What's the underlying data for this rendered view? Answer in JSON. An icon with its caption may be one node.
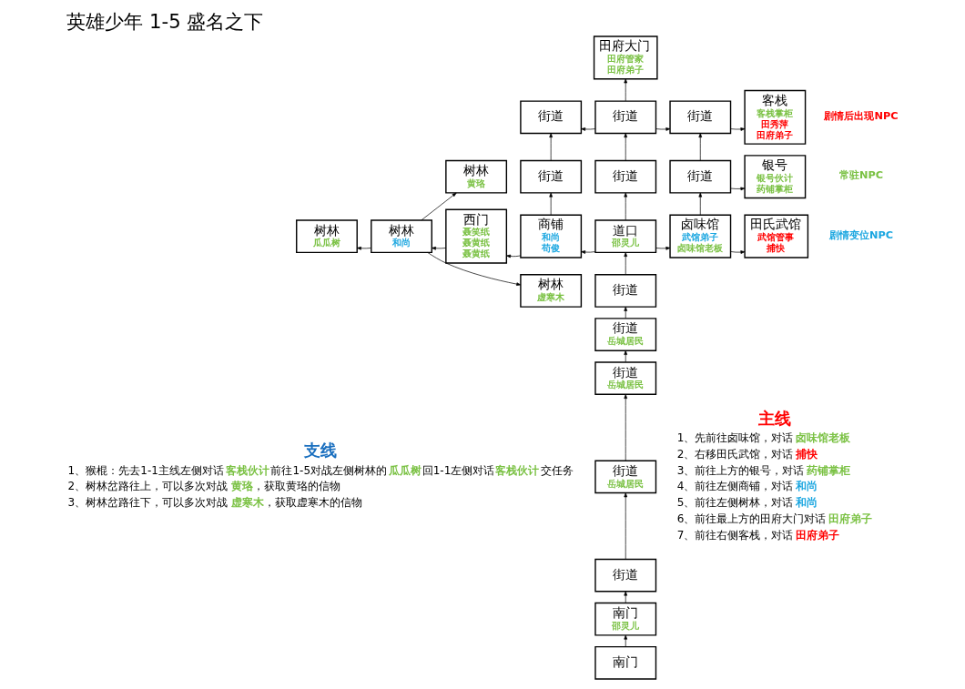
{
  "diagram": {
    "title": "英雄少年 1-5 盛名之下",
    "nodes": [
      {
        "text": [
          "田府大门",
          "田府管家",
          "田府弟子"
        ]
      },
      {
        "text": [
          "街道"
        ]
      },
      {
        "text": [
          "街道"
        ]
      },
      {
        "text": [
          "街道"
        ]
      },
      {
        "text": [
          "客栈",
          "客栈掌柜",
          "田秀萍",
          "田府弟子"
        ]
      },
      {
        "text": [
          "树林",
          "黄珞"
        ]
      },
      {
        "text": [
          "街道"
        ]
      },
      {
        "text": [
          "街道"
        ]
      },
      {
        "text": [
          "街道"
        ]
      },
      {
        "text": [
          "银号",
          "银号伙计",
          "药铺掌柜"
        ]
      },
      {
        "text": [
          "树林",
          "瓜瓜树"
        ]
      },
      {
        "text": [
          "树林",
          "和尚"
        ]
      },
      {
        "text": [
          "西门",
          "聂笑纸",
          "聂黄纸",
          "聂黄纸"
        ]
      },
      {
        "text": [
          "商铺",
          "和尚",
          "苟俊"
        ]
      },
      {
        "text": [
          "道口",
          "邵灵儿"
        ]
      },
      {
        "text": [
          "卤味馆",
          "武馆弟子",
          "卤味馆老板"
        ]
      },
      {
        "text": [
          "田氏武馆",
          "武馆管事",
          "捕快"
        ]
      },
      {
        "text": [
          "树林",
          "虚寒木"
        ]
      },
      {
        "text": [
          "街道"
        ]
      },
      {
        "text": [
          "街道",
          "岳城居民"
        ]
      },
      {
        "text": [
          "街道",
          "岳城居民"
        ]
      },
      {
        "text": [
          "街道",
          "岳城居民"
        ]
      },
      {
        "text": [
          "街道"
        ]
      },
      {
        "text": [
          "南门",
          "邵灵儿"
        ]
      },
      {
        "text": [
          "南门"
        ]
      }
    ],
    "edges": [
      {
        "from": 24,
        "to": 23,
        "arrow": "to"
      },
      {
        "from": 23,
        "to": 22,
        "arrow": "to"
      },
      {
        "from": 22,
        "to": 21,
        "arrow": "to"
      },
      {
        "from": 21,
        "to": 20,
        "arrow": "to"
      },
      {
        "from": 20,
        "to": 19,
        "arrow": "to"
      },
      {
        "from": 19,
        "to": 18,
        "arrow": "to"
      },
      {
        "from": 18,
        "to": 14,
        "arrow": "to"
      },
      {
        "from": 14,
        "to": 13,
        "arrow": "to"
      },
      {
        "from": 14,
        "to": 15,
        "arrow": "to"
      },
      {
        "from": 14,
        "to": 7,
        "arrow": "to"
      },
      {
        "from": 13,
        "to": 6,
        "arrow": "to"
      },
      {
        "from": 13,
        "to": 12,
        "arrow": "to"
      },
      {
        "from": 12,
        "to": 11,
        "arrow": "to"
      },
      {
        "from": 11,
        "to": 10,
        "arrow": "to"
      },
      {
        "from": 11,
        "to": 5,
        "arrow": "to"
      },
      {
        "from": 11,
        "to": 17,
        "arrow": "to"
      },
      {
        "from": 15,
        "to": 16,
        "arrow": "to"
      },
      {
        "from": 15,
        "to": 8,
        "arrow": "to"
      },
      {
        "from": 8,
        "to": 9,
        "arrow": "to"
      },
      {
        "from": 7,
        "to": 2,
        "arrow": "to"
      },
      {
        "from": 6,
        "to": 1,
        "arrow": "to"
      },
      {
        "from": 8,
        "to": 3,
        "arrow": "to"
      },
      {
        "from": 2,
        "to": 0,
        "arrow": "to"
      },
      {
        "from": 2,
        "to": 1,
        "arrow": "to"
      },
      {
        "from": 2,
        "to": 3,
        "arrow": "to"
      },
      {
        "from": 3,
        "to": 4,
        "arrow": "to"
      }
    ],
    "labels": [
      "支线",
      "1、猴棍：先去1-1主线左侧对话**客栈伙计**前往1-5对战左侧树林的**瓜瓜树**回1-1左侧对话**客栈伙计**交任务",
      "2、树林岔路往上，可以多次对战**黄珞**，获取黄珞的信物",
      "3、树林岔路往下，可以多次对战**虚寒木**，获取虚寒木的信物",
      "主线",
      "1、先前往卤味馆，对话**卤味馆老板**",
      "2、右移田氏武馆，对话**捕快**",
      "3、前往上方的银号，对话**药铺掌柜**",
      "4、前往左侧商铺，对话**和尚**",
      "5、前往左侧树林，对话**和尚**",
      "6、前往最上方的田府大门对话**田府弟子**",
      "7、前往右侧客栈，对话**田府弟子**"
    ],
    "legend": [
      {
        "text": "剧情后出现NPC",
        "color": "#ff0000"
      },
      {
        "text": "常驻NPC",
        "color": "#7ac143"
      },
      {
        "text": "剧情变位NPC",
        "color": "#1aa6e0"
      }
    ]
  }
}
